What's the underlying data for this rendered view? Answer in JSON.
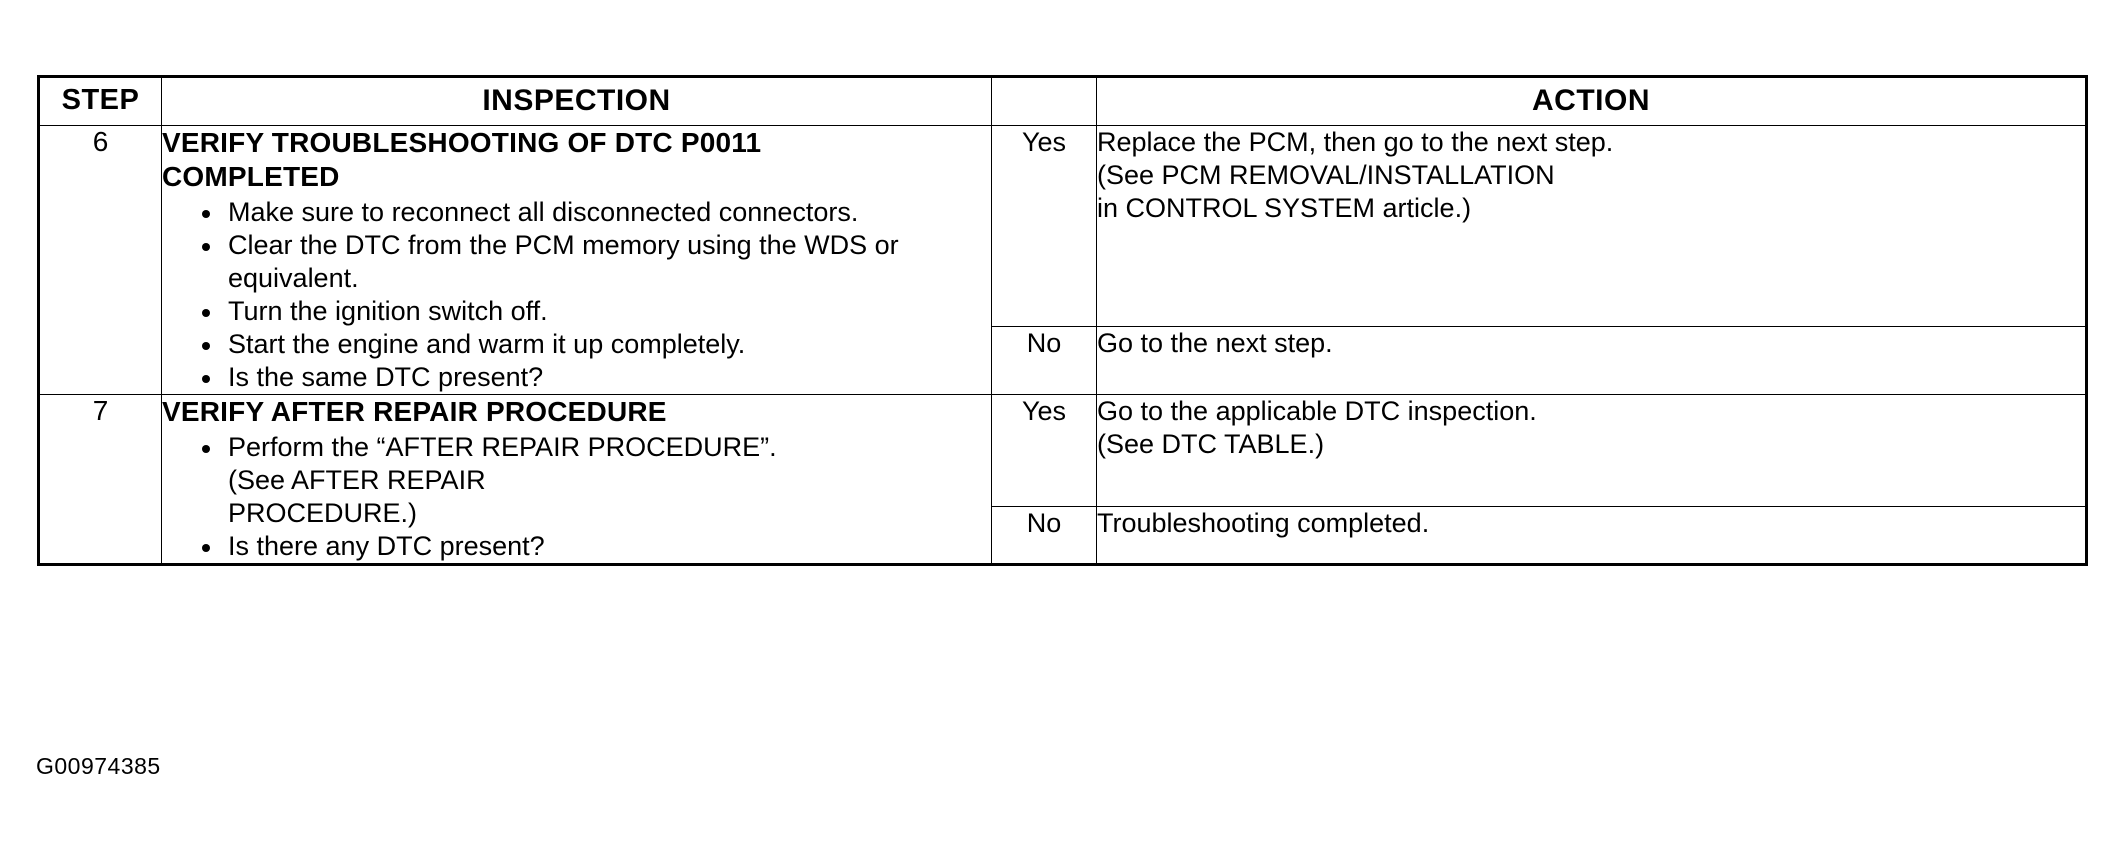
{
  "document": {
    "figure_id": "G00974385"
  },
  "table": {
    "headers": {
      "step": "STEP",
      "inspection": "INSPECTION",
      "action": "ACTION"
    },
    "rows": [
      {
        "step": "6",
        "inspection": {
          "title_line1": "VERIFY TROUBLESHOOTING OF DTC P0011",
          "title_line2": "COMPLETED",
          "bullets": [
            "Make sure to reconnect all disconnected connectors.",
            "Clear the DTC from the PCM memory using the WDS or equivalent.",
            "Turn the ignition switch off.",
            "Start the engine and warm it up completely.",
            "Is the same DTC present?"
          ]
        },
        "outcomes": [
          {
            "judgement": "Yes",
            "action_lines": [
              "Replace the PCM, then go to the next step.",
              "(See PCM REMOVAL/INSTALLATION",
              "in  CONTROL SYSTEM article.)"
            ]
          },
          {
            "judgement": "No",
            "action_lines": [
              "Go to the next step."
            ]
          }
        ]
      },
      {
        "step": "7",
        "inspection": {
          "title_line1": "VERIFY AFTER REPAIR PROCEDURE",
          "title_line2": "",
          "bullets": [
            "Perform the “AFTER REPAIR PROCEDURE”.",
            "Is there any DTC present?"
          ],
          "bullet1_continuation_lines": [
            "(See  AFTER REPAIR",
            "PROCEDURE.)"
          ]
        },
        "outcomes": [
          {
            "judgement": "Yes",
            "action_lines": [
              "Go to the applicable DTC inspection.",
              "(See DTC TABLE.)"
            ]
          },
          {
            "judgement": "No",
            "action_lines": [
              "Troubleshooting completed."
            ]
          }
        ]
      }
    ]
  }
}
